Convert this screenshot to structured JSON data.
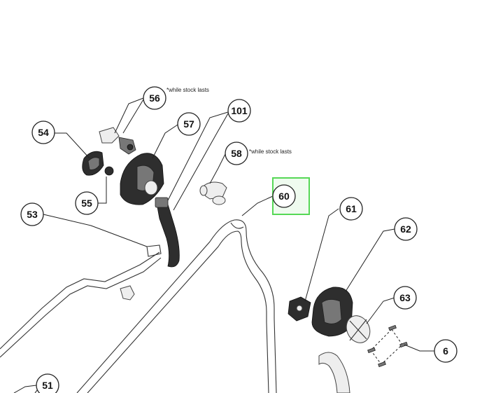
{
  "callouts": {
    "c51": "51",
    "c53": "53",
    "c54": "54",
    "c55": "55",
    "c56": "56",
    "c57": "57",
    "c58": "58",
    "c60": "60",
    "c61": "61",
    "c62": "62",
    "c63": "63",
    "c6": "6",
    "c101": "101"
  },
  "notes": {
    "note56": "*while stock lasts",
    "note58": "*while stock lasts"
  },
  "colors": {
    "highlight": "#56d856"
  }
}
